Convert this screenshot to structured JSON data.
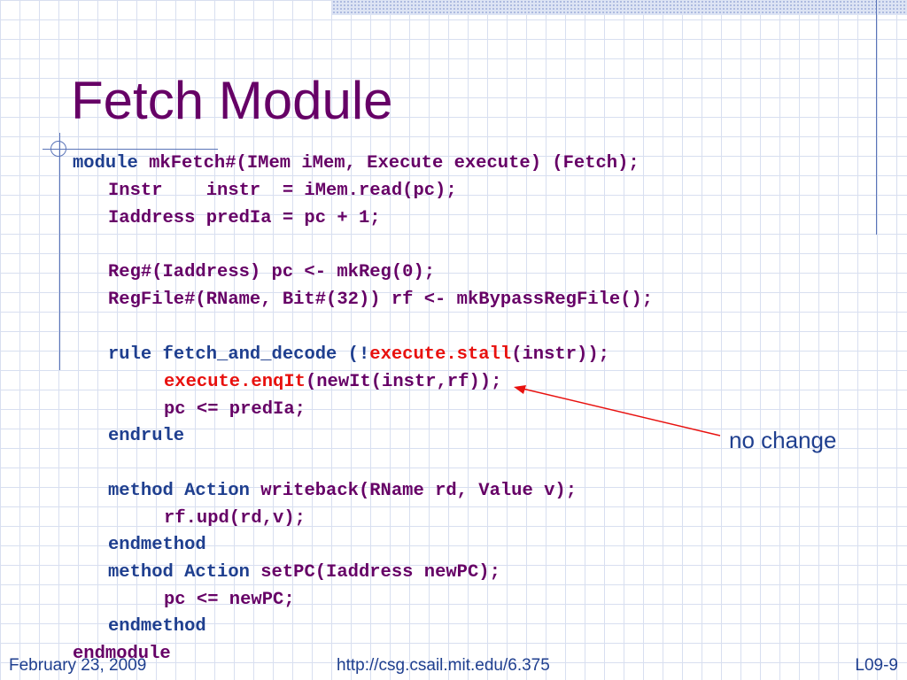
{
  "slide": {
    "title": "Fetch Module",
    "note": "no change",
    "footer": {
      "date": "February 23, 2009",
      "url": "http://csg.csail.mit.edu/6.375",
      "slide_number": "L09-9"
    }
  },
  "code": {
    "l1_kw": "module ",
    "l1_rest": "mkFetch#(IMem iMem, Execute execute) (Fetch);",
    "l2": "Instr    instr  = iMem.read(pc);",
    "l3": "Iaddress predIa = pc + 1;",
    "l4": "Reg#(Iaddress) pc <- mkReg(0);",
    "l5": "RegFile#(RName, Bit#(32)) rf <- mkBypassRegFile();",
    "l6_kw": "rule ",
    "l6_a": "fetch_and_decode (!",
    "l6_red": "execute.stall",
    "l6_b": "(instr));",
    "l7_red": "execute.enqIt",
    "l7_b": "(newIt(instr,rf));",
    "l8": "pc <= predIa;",
    "l9": "endrule",
    "l10_kw": "method Action ",
    "l10_rest": "writeback(RName rd, Value v);",
    "l11": "rf.upd(rd,v);",
    "l12": "endmethod",
    "l13_kw": "method Action ",
    "l13_rest": "setPC(Iaddress newPC);",
    "l14": "pc <= newPC;",
    "l15": "endmethod",
    "l16": "endmodule"
  },
  "colors": {
    "title": "#660066",
    "code": "#660066",
    "keyword": "#1f3f8f",
    "highlight": "#e8110f",
    "note": "#1f3f8f",
    "footer": "#1f3f8f",
    "grid": "#d8dff0"
  }
}
